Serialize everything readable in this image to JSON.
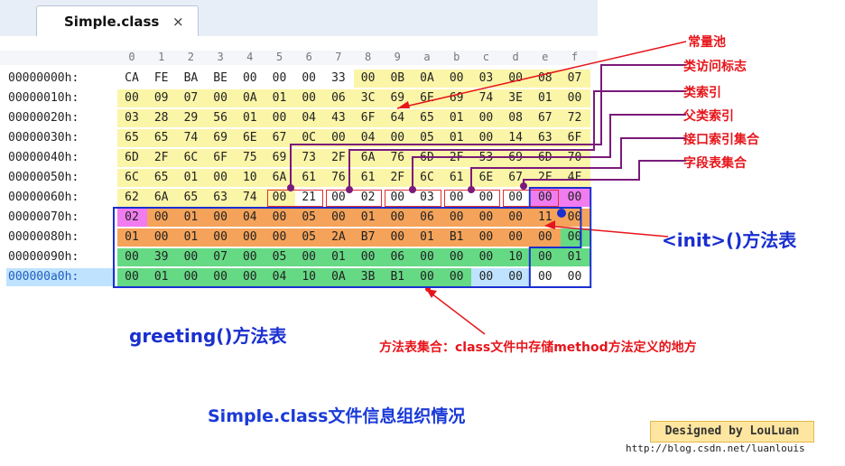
{
  "tab": {
    "title": "Simple.class",
    "close": "×"
  },
  "columns": [
    "0",
    "1",
    "2",
    "3",
    "4",
    "5",
    "6",
    "7",
    "8",
    "9",
    "a",
    "b",
    "c",
    "d",
    "e",
    "f"
  ],
  "rows": [
    {
      "addr": "00000000h:",
      "bytes": [
        "CA",
        "FE",
        "BA",
        "BE",
        "00",
        "00",
        "00",
        "33",
        "00",
        "0B",
        "0A",
        "00",
        "03",
        "00",
        "08",
        "07"
      ]
    },
    {
      "addr": "00000010h:",
      "bytes": [
        "00",
        "09",
        "07",
        "00",
        "0A",
        "01",
        "00",
        "06",
        "3C",
        "69",
        "6E",
        "69",
        "74",
        "3E",
        "01",
        "00"
      ]
    },
    {
      "addr": "00000020h:",
      "bytes": [
        "03",
        "28",
        "29",
        "56",
        "01",
        "00",
        "04",
        "43",
        "6F",
        "64",
        "65",
        "01",
        "00",
        "08",
        "67",
        "72"
      ]
    },
    {
      "addr": "00000030h:",
      "bytes": [
        "65",
        "65",
        "74",
        "69",
        "6E",
        "67",
        "0C",
        "00",
        "04",
        "00",
        "05",
        "01",
        "00",
        "14",
        "63",
        "6F"
      ]
    },
    {
      "addr": "00000040h:",
      "bytes": [
        "6D",
        "2F",
        "6C",
        "6F",
        "75",
        "69",
        "73",
        "2F",
        "6A",
        "76",
        "6D",
        "2F",
        "53",
        "69",
        "6D",
        "70"
      ]
    },
    {
      "addr": "00000050h:",
      "bytes": [
        "6C",
        "65",
        "01",
        "00",
        "10",
        "6A",
        "61",
        "76",
        "61",
        "2F",
        "6C",
        "61",
        "6E",
        "67",
        "2F",
        "4F"
      ]
    },
    {
      "addr": "00000060h:",
      "bytes": [
        "62",
        "6A",
        "65",
        "63",
        "74",
        "00",
        "21",
        "00",
        "02",
        "00",
        "03",
        "00",
        "00",
        "00",
        "00",
        "00"
      ]
    },
    {
      "addr": "00000070h:",
      "bytes": [
        "02",
        "00",
        "01",
        "00",
        "04",
        "00",
        "05",
        "00",
        "01",
        "00",
        "06",
        "00",
        "00",
        "00",
        "11",
        "00"
      ]
    },
    {
      "addr": "00000080h:",
      "bytes": [
        "01",
        "00",
        "01",
        "00",
        "00",
        "00",
        "05",
        "2A",
        "B7",
        "00",
        "01",
        "B1",
        "00",
        "00",
        "00",
        "00"
      ]
    },
    {
      "addr": "00000090h:",
      "bytes": [
        "00",
        "39",
        "00",
        "07",
        "00",
        "05",
        "00",
        "01",
        "00",
        "06",
        "00",
        "00",
        "00",
        "10",
        "00",
        "01"
      ]
    },
    {
      "addr": "000000a0h:",
      "bytes": [
        "00",
        "01",
        "00",
        "00",
        "00",
        "04",
        "10",
        "0A",
        "3B",
        "B1",
        "00",
        "00",
        "00",
        "00",
        "00",
        "00"
      ]
    }
  ],
  "annotations": {
    "constant_pool": "常量池",
    "access_flags": "类访问标志",
    "this_class": "类索引",
    "super_class": "父类索引",
    "interfaces": "接口索引集合",
    "fields": "字段表集合",
    "init_table": "<init>()方法表",
    "greeting_table": "greeting()方法表",
    "methods_note": "方法表集合：class文件中存储method方法定义的地方",
    "caption": "Simple.class文件信息组织情况"
  },
  "credit": {
    "designer": "Designed by LouLuan",
    "url": "http://blog.csdn.net/luanlouis"
  },
  "colors": {
    "yellow": "#fbf5a8",
    "red": "#e6151b",
    "purple": "#7a1a7a",
    "orange": "#f5a35a",
    "green": "#66d985",
    "pink": "#f07cf0",
    "blue_border": "#1a2fd0",
    "selection": "#bfe3ff"
  }
}
